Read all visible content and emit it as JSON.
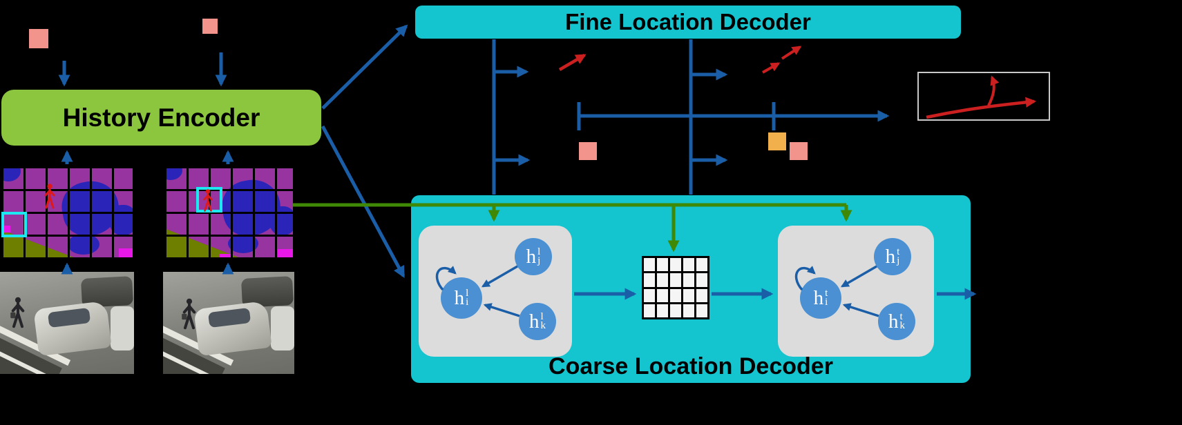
{
  "figure": {
    "type": "architecture-diagram"
  },
  "colors": {
    "background": "#000000",
    "arrow_blue": "#1B5EA8",
    "arrow_green": "#3F8906",
    "arrow_red": "#CC2020",
    "encoder_green": "#8CC63F",
    "decoder_cyan": "#14C4CE",
    "node_blue": "#4A90D2",
    "node_panel_gray": "#DCDCDC",
    "pink_marker": "#F2938C",
    "orange_marker": "#F2B04C",
    "seg_purple": "#97349F",
    "seg_blue": "#2A24B8",
    "seg_olive": "#6E7F00",
    "seg_magenta": "#E819E8",
    "seg_highlight_cyan": "#1BE8F0",
    "seg_person_red": "#E01818",
    "photo_person_dark": "#26262A"
  },
  "history_encoder": {
    "label": "History Encoder"
  },
  "fine_location_decoder": {
    "label": "Fine Location Decoder"
  },
  "coarse_location_decoder": {
    "label": "Coarse Location Decoder",
    "grid": {
      "rows": 4,
      "cols": 5
    },
    "graph_step_first": {
      "nodes": [
        {
          "base": "h",
          "sup": "l",
          "sub": "j"
        },
        {
          "base": "h",
          "sup": "l",
          "sub": "i"
        },
        {
          "base": "h",
          "sup": "l",
          "sub": "k"
        }
      ]
    },
    "graph_step_t": {
      "nodes": [
        {
          "base": "h",
          "sup": "t",
          "sub": "j"
        },
        {
          "base": "h",
          "sup": "t",
          "sub": "i"
        },
        {
          "base": "h",
          "sup": "t",
          "sub": "k"
        }
      ]
    }
  }
}
